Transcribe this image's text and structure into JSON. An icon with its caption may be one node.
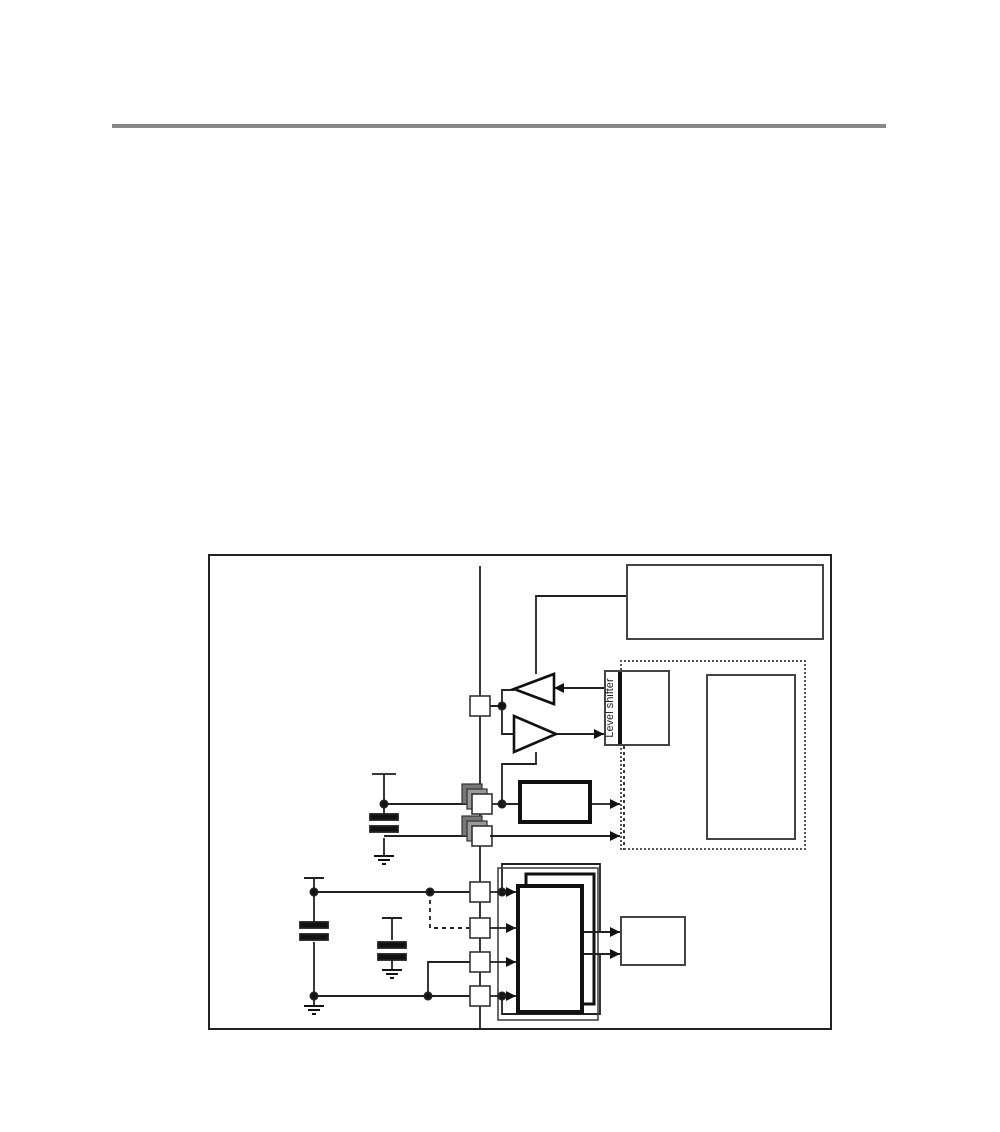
{
  "diagram": {
    "nodes": [
      {
        "text": [],
        "shape": "box"
      },
      {
        "text": [],
        "shape": "box"
      },
      {
        "text": [
          "Level shifter"
        ]
      },
      {
        "text": [],
        "shape": "box",
        "in": 1
      },
      {
        "text": [],
        "shape": "box"
      },
      {
        "text": [],
        "shape": "box"
      },
      {
        "text": [],
        "shape": "box"
      },
      {
        "text": [],
        "shape": "triangle"
      },
      {
        "text": [],
        "shape": "triangle"
      }
    ],
    "edges": [
      {
        "from": 0,
        "to": 7,
        "arrow": "none"
      },
      {
        "from": 2,
        "to": 7,
        "arrow": "to"
      },
      {
        "from": 8,
        "to": 2,
        "arrow": "to"
      },
      {
        "from": 4,
        "to": 1,
        "arrow": "to"
      },
      {
        "from": null,
        "to": 1,
        "arrow": "to"
      },
      {
        "from": null,
        "to": 5,
        "arrow": "to"
      },
      {
        "from": null,
        "to": 5,
        "arrow": "to"
      },
      {
        "from": null,
        "to": 5,
        "arrow": "to"
      },
      {
        "from": null,
        "to": 5,
        "arrow": "to"
      },
      {
        "from": 5,
        "to": 6,
        "arrow": "to"
      },
      {
        "from": 5,
        "to": 6,
        "arrow": "to"
      },
      {
        "from": 4,
        "to": 8,
        "arrow": "none"
      }
    ]
  }
}
